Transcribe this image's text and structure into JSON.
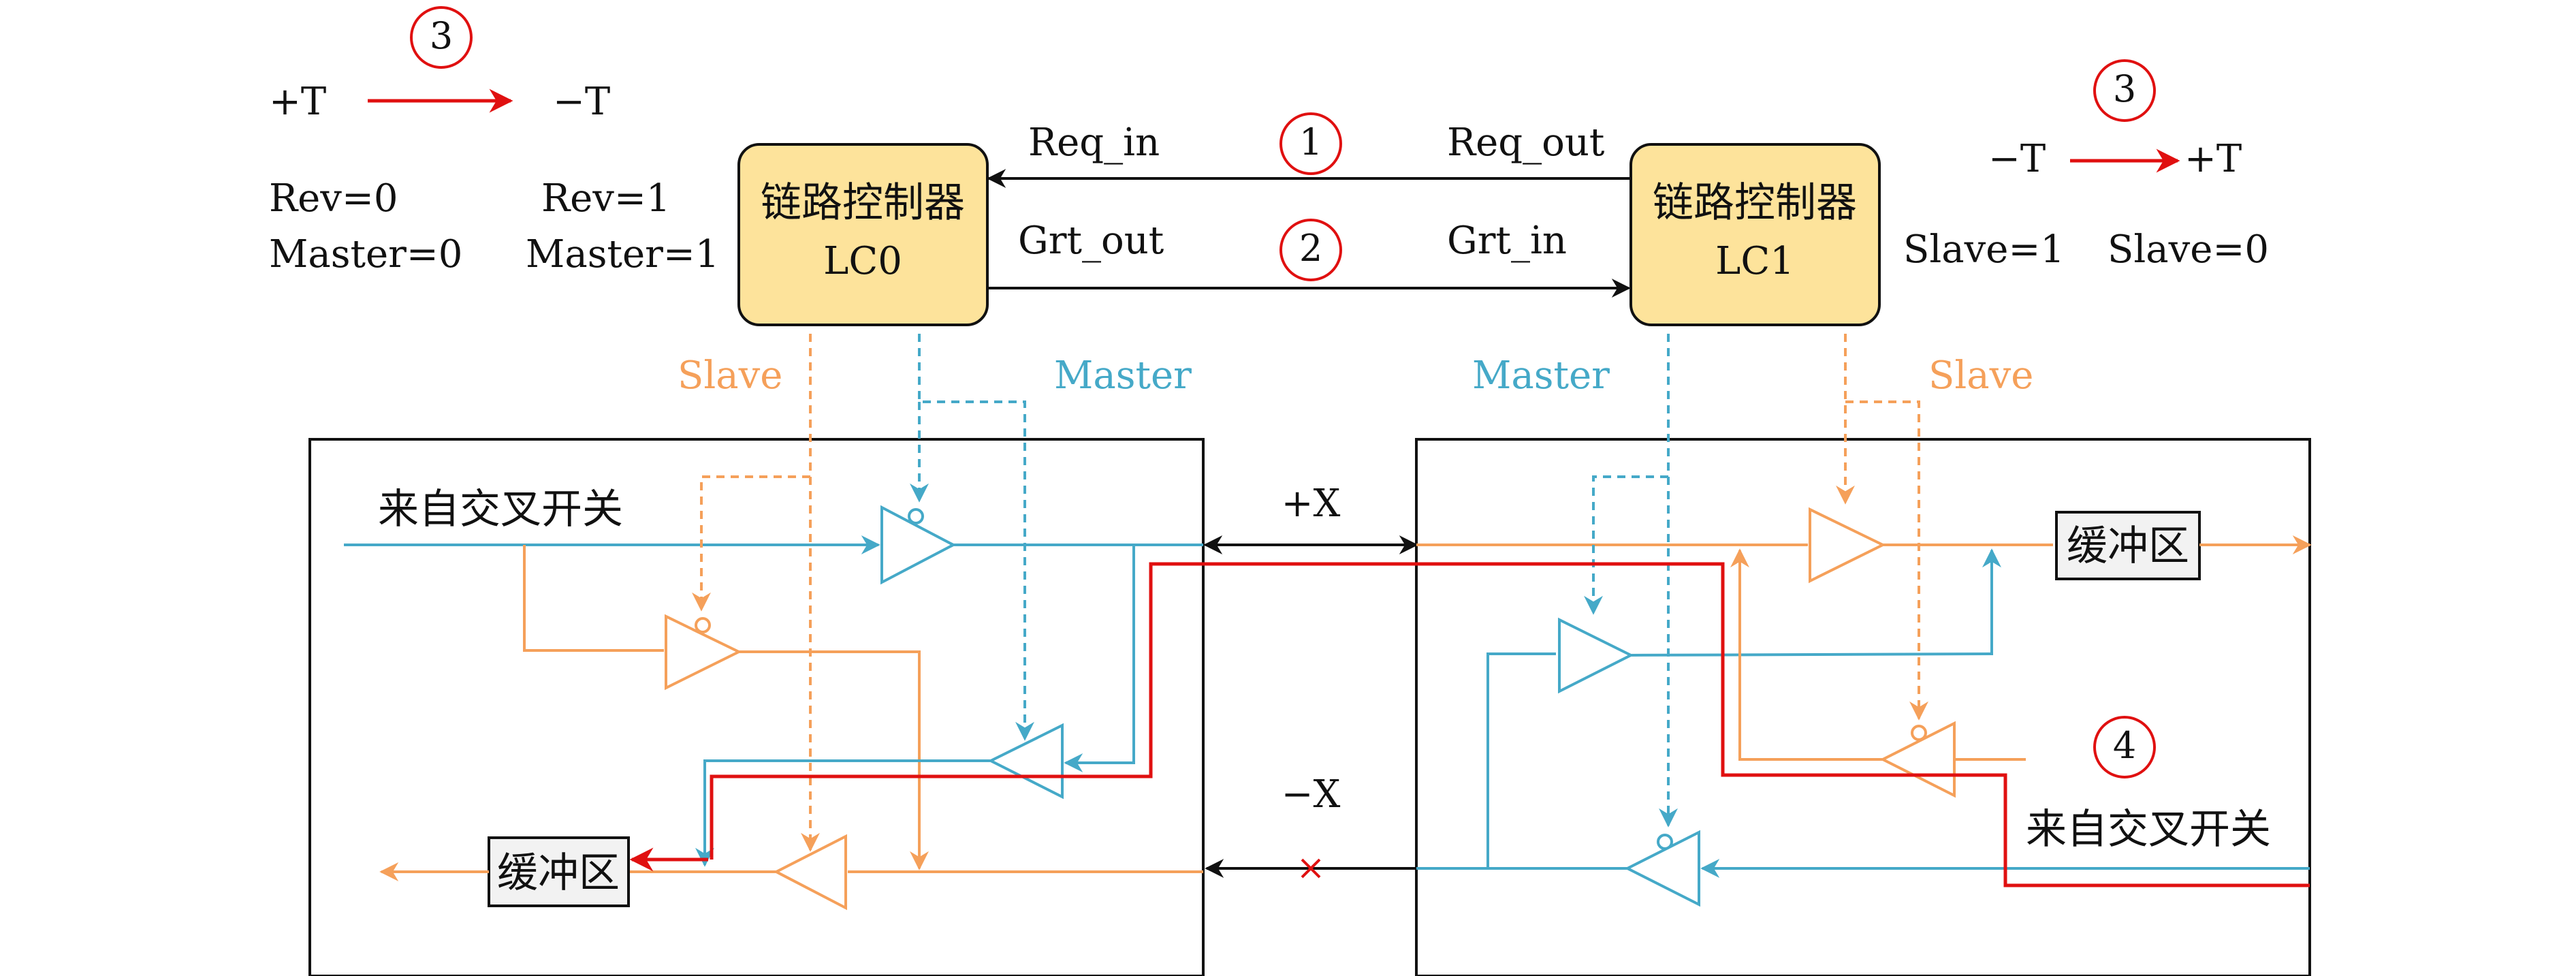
{
  "legend_left": {
    "from": "+T",
    "to": "−T",
    "step": "3"
  },
  "legend_right": {
    "from": "−T",
    "to": "+T",
    "step": "3"
  },
  "lc0": {
    "name": "链路控制器",
    "id": "LC0",
    "rev0": "Rev=0",
    "rev1": "Rev=1",
    "master0": "Master=0",
    "master1": "Master=1"
  },
  "lc1": {
    "name": "链路控制器",
    "id": "LC1",
    "slave1": "Slave=1",
    "slave0": "Slave=0"
  },
  "signals": {
    "req_in": "Req_in",
    "req_out": "Req_out",
    "grt_out": "Grt_out",
    "grt_in": "Grt_in",
    "step1": "1",
    "step2": "2"
  },
  "enables": {
    "left_slave": "Slave",
    "left_master": "Master",
    "right_master": "Master",
    "right_slave": "Slave"
  },
  "left_box": {
    "crossbar": "来自交叉开关",
    "buffer": "缓冲区"
  },
  "right_box": {
    "crossbar": "来自交叉开关",
    "buffer": "缓冲区",
    "step4": "4"
  },
  "ports": {
    "plus_x": "+X",
    "minus_x": "−X"
  },
  "colors": {
    "controller_fill": "#fde39b",
    "slave_path": "#f5a05a",
    "master_path": "#45a9c8",
    "active_path": "#e01010"
  }
}
